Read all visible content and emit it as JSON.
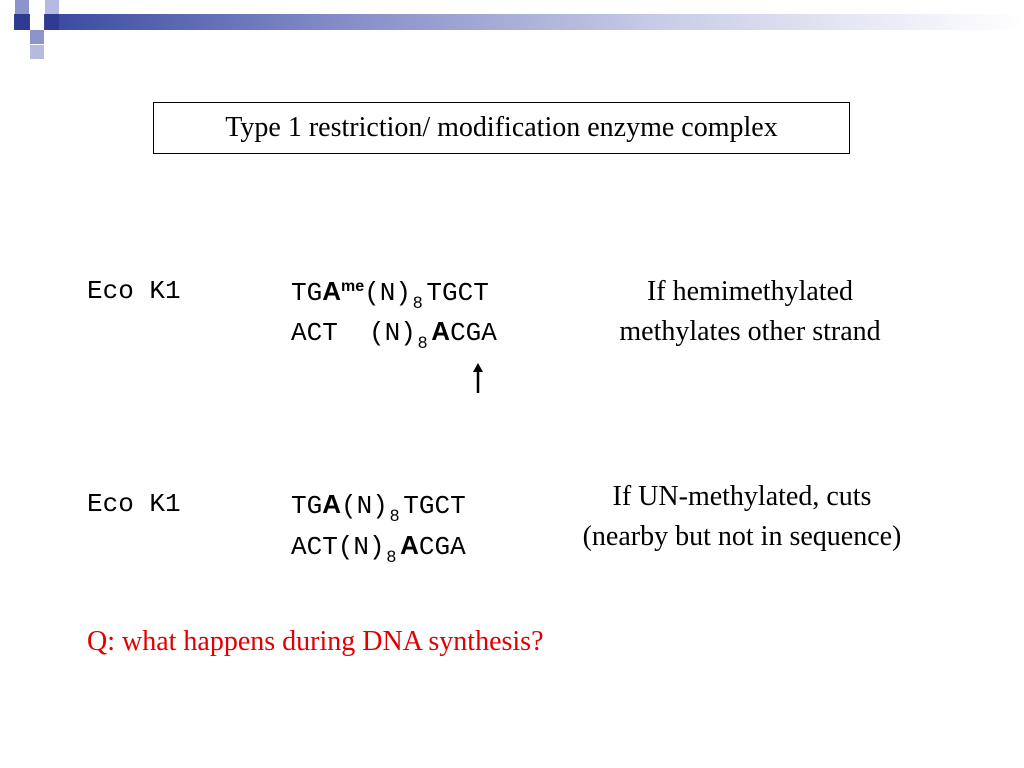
{
  "title": "Type 1 restriction/ modification enzyme complex",
  "example1": {
    "enzyme": "Eco K1",
    "line1": {
      "pre": "TG",
      "bold": "A",
      "sup": "me",
      "mid": "(N)",
      "sub": "8",
      "post": "TGCT"
    },
    "line2": {
      "pre": "ACT  (N)",
      "sub": "8",
      "bold": "A",
      "post": "CGA"
    },
    "note": [
      "If hemimethylated",
      "methylates other strand"
    ]
  },
  "example2": {
    "enzyme": "Eco K1",
    "line1": {
      "pre": "TG",
      "bold": "A",
      "mid": "(N)",
      "sub": "8",
      "post": "TGCT"
    },
    "line2": {
      "pre": "ACT(N)",
      "sub": "8",
      "bold": "A",
      "post": "CGA"
    },
    "note": [
      "If UN-methylated, cuts",
      "(nearby but not in sequence)"
    ]
  },
  "question": "Q: what happens during DNA synthesis?",
  "colors": {
    "accent": "#2e3b91",
    "question": "#e00000",
    "text": "#000000"
  },
  "icons": {
    "methylation_site": "up-arrow-icon"
  }
}
